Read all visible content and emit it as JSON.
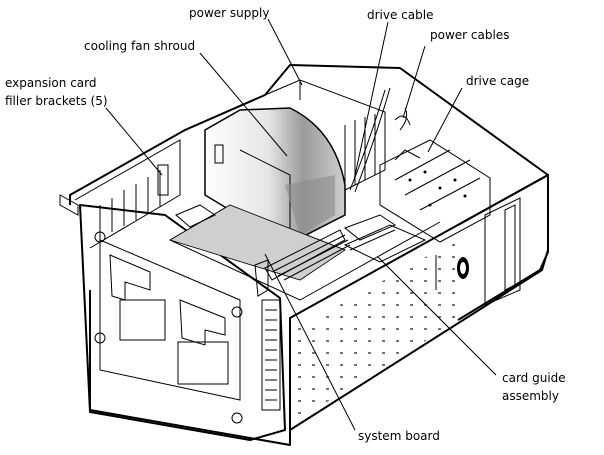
{
  "labels": {
    "power_supply": "power supply",
    "cooling_fan_shroud": "cooling fan shroud",
    "expansion_card_line1": "expansion card",
    "expansion_card_line2": "filler brackets (5)",
    "drive_cable": "drive cable",
    "power_cables": "power cables",
    "drive_cage": "drive cage",
    "card_guide_line1": "card guide",
    "card_guide_line2": "assembly",
    "system_board": "system board"
  },
  "colors": {
    "line": "#000000",
    "shroud_gray": "#d0d0d0",
    "board_gray": "#cfcfcf",
    "background": "#ffffff"
  }
}
